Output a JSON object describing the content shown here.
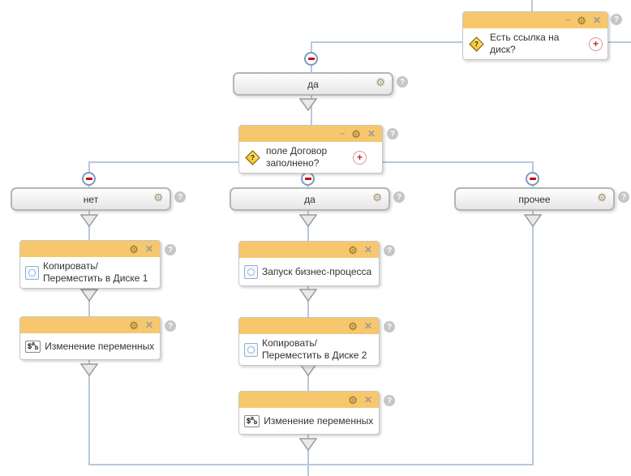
{
  "diagram": {
    "kind": "business-process-flowchart"
  },
  "glyphs": {
    "settings": "⚙",
    "close": "✕",
    "minimize": "–",
    "add": "+",
    "help": "?",
    "condition_question": "?",
    "var_dollar": "$",
    "var_sup": "a",
    "var_sub": "b"
  },
  "colors": {
    "header": "#f7c76e",
    "connector": "#b8c8dc",
    "collapse_minus": "#cc0000",
    "add_plus": "#cc2222",
    "help_bg": "#c6c6c6"
  },
  "nodes": {
    "cond_disk_link": {
      "title": "Есть ссылка на диск?"
    },
    "branch_top_yes": {
      "label": "да"
    },
    "cond_contract_filled": {
      "title": "поле Договор заполнено?"
    },
    "branch_no": {
      "label": "нет"
    },
    "branch_yes": {
      "label": "да"
    },
    "branch_other": {
      "label": "прочее"
    },
    "act_copy_disk1": {
      "label": "Копировать/Переместить в Диске 1"
    },
    "act_change_vars_left": {
      "label": "Изменение переменных"
    },
    "act_start_bp": {
      "label": "Запуск бизнес-процесса"
    },
    "act_copy_disk2": {
      "label": "Копировать/Переместить в Диске 2"
    },
    "act_change_vars_mid": {
      "label": "Изменение переменных"
    }
  }
}
